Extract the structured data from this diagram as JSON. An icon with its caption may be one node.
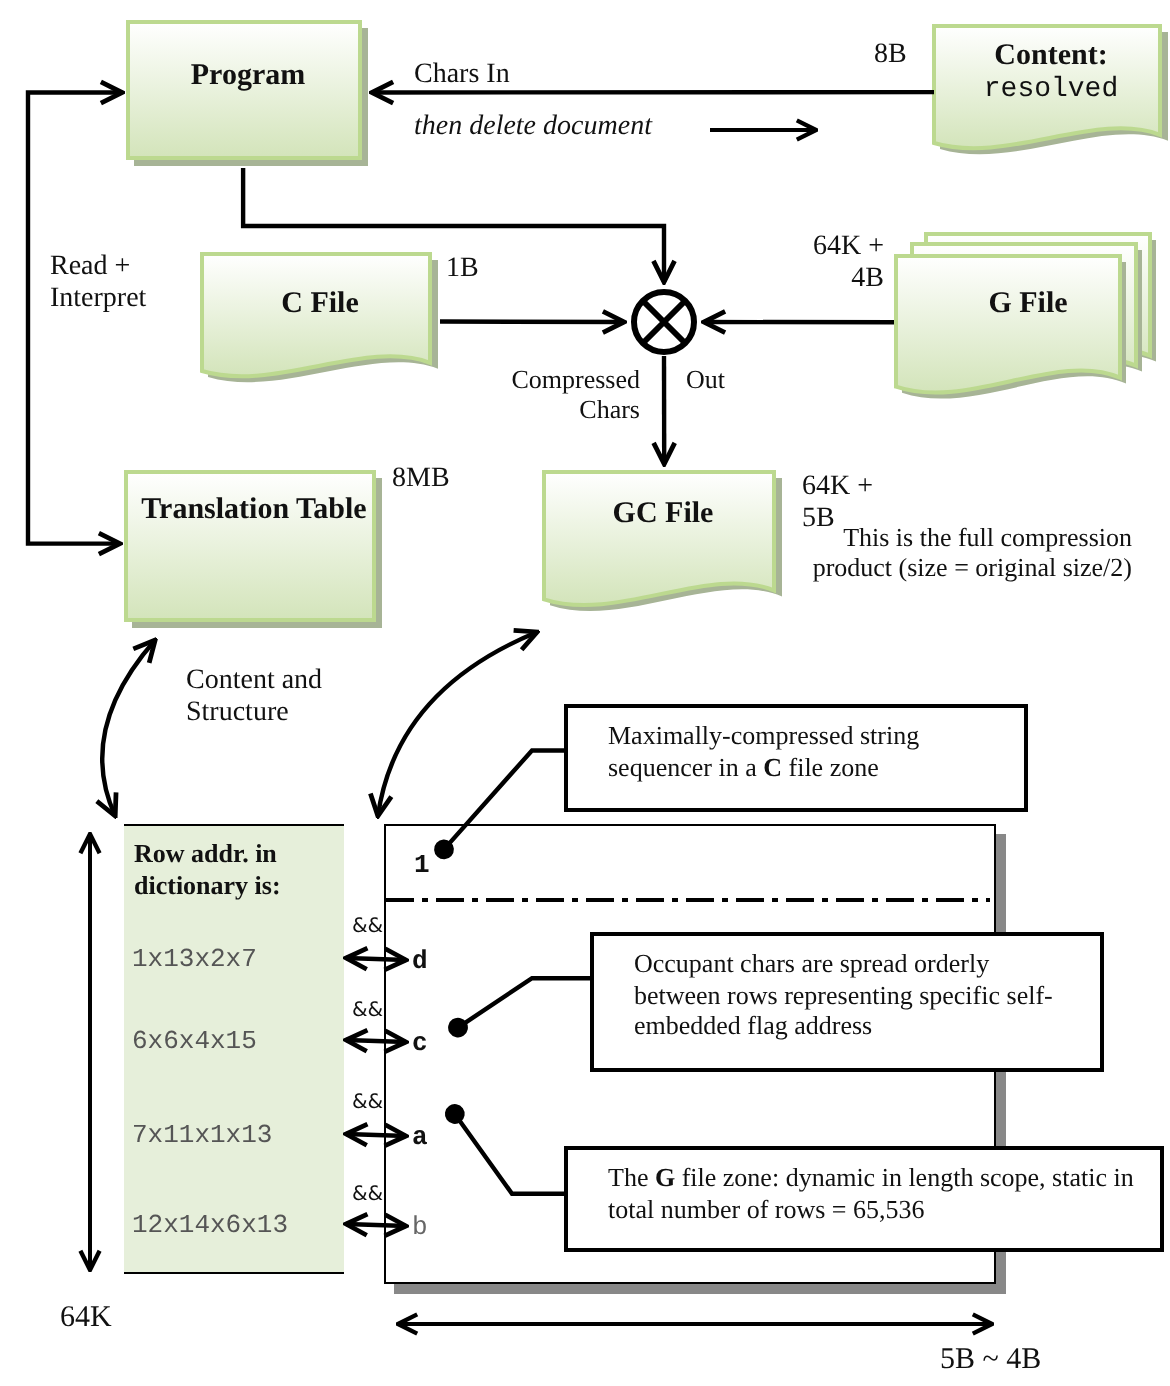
{
  "diagram": {
    "nodes": [
      {
        "text": [
          "Program"
        ]
      },
      {
        "text": [
          "Content:",
          "resolved"
        ],
        "beside": [
          "8B"
        ]
      },
      {
        "text": [
          "C File"
        ],
        "beside": [
          "1B"
        ]
      },
      {
        "text": [],
        "shape": "circle"
      },
      {
        "text": [
          "G File"
        ],
        "beside": [
          "64K + 4B"
        ]
      },
      {
        "text": [
          "Translation Table"
        ],
        "beside": [
          "8MB"
        ]
      },
      {
        "text": [
          "GC File"
        ],
        "beside": [
          "64K + 5B"
        ]
      },
      {
        "text": [
          "Row addr. in dictionary is:"
        ]
      },
      {
        "text": [
          "1x13x2x7"
        ],
        "in": 7
      },
      {
        "text": [
          "6x6x4x15"
        ],
        "in": 7
      },
      {
        "text": [
          "7x11x1x13"
        ],
        "in": 7
      },
      {
        "text": [
          "12x14x6x13"
        ],
        "in": 7
      },
      {
        "text": [],
        "shape": "box"
      },
      {
        "text": [
          "1"
        ],
        "in": 12
      },
      {
        "text": [
          "d"
        ],
        "in": 12
      },
      {
        "text": [
          "c"
        ],
        "in": 12
      },
      {
        "text": [
          "a"
        ],
        "in": 12
      },
      {
        "text": [
          "b"
        ],
        "in": 12
      },
      {
        "text": [
          "Maximally-compressed string sequencer in a **C** file zone"
        ]
      },
      {
        "text": [
          "Occupant chars are spread orderly between rows representing specific self-embedded flag address"
        ]
      },
      {
        "text": [
          "The **G** file zone: dynamic in length scope, static in total number of rows = 65,536"
        ]
      }
    ],
    "edges": [
      {
        "from": 1,
        "to": 0,
        "arrow": "to",
        "label": "Chars In"
      },
      {
        "from": 0,
        "to": 3,
        "arrow": "to"
      },
      {
        "from": 2,
        "to": 3,
        "arrow": "to"
      },
      {
        "from": 4,
        "to": 3,
        "arrow": "to"
      },
      {
        "from": 3,
        "to": 6,
        "arrow": "to",
        "label": "Compressed Chars"
      },
      {
        "from": 5,
        "to": 0,
        "arrow": "both",
        "label": "Read + Interpret"
      },
      {
        "from": 5,
        "to": 7,
        "arrow": "both",
        "label": "Content and Structure"
      },
      {
        "from": 6,
        "to": 12,
        "arrow": "both"
      },
      {
        "from": 8,
        "to": 14,
        "arrow": "both",
        "label": "&&"
      },
      {
        "from": 9,
        "to": 15,
        "arrow": "both",
        "label": "&&"
      },
      {
        "from": 10,
        "to": 16,
        "arrow": "both",
        "label": "&&"
      },
      {
        "from": 11,
        "to": 17,
        "arrow": "both",
        "label": "&&"
      },
      {
        "from": 18,
        "to": 13,
        "arrow": "other"
      },
      {
        "from": 19,
        "to": 15,
        "arrow": "other"
      },
      {
        "from": 20,
        "to": 16,
        "arrow": "other"
      }
    ],
    "labels": [
      "then delete document",
      "Out",
      "This is the full compression product (size = original size/2)",
      "64K",
      "5B ~ 4B"
    ]
  }
}
